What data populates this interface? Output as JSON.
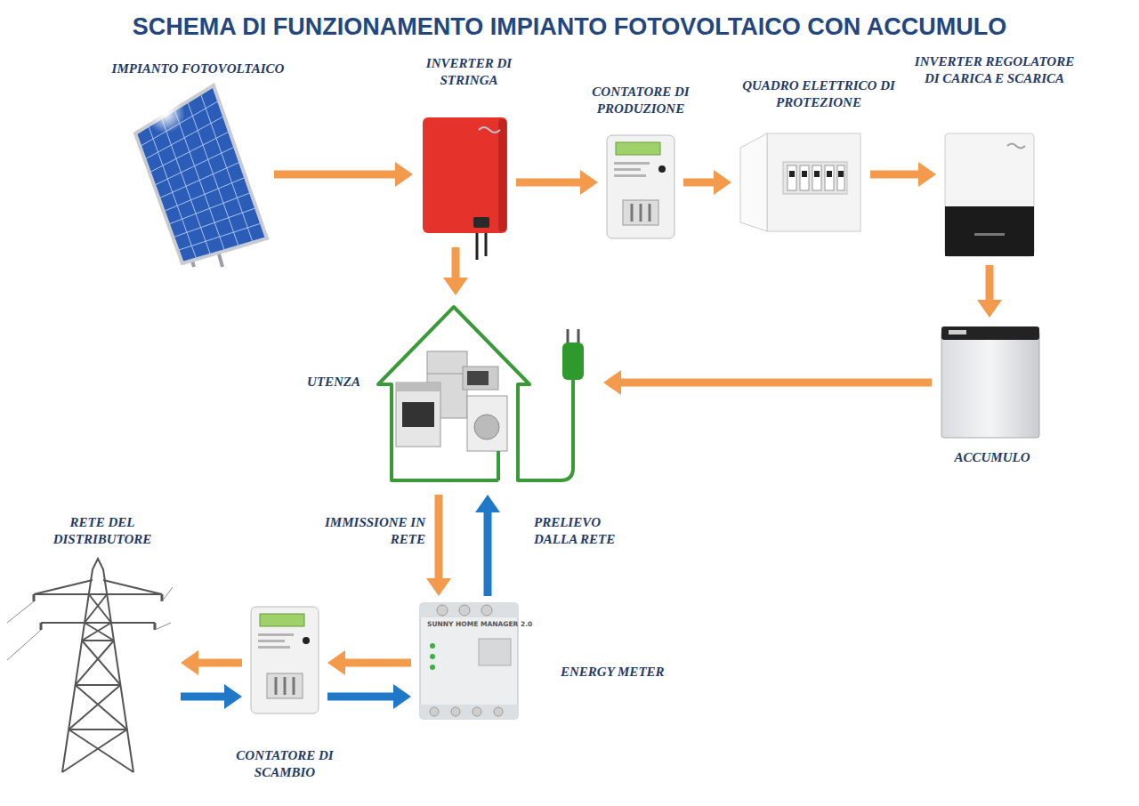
{
  "diagram": {
    "title": "SCHEMA DI FUNZIONAMENTO IMPIANTO FOTOVOLTAICO CON ACCUMULO",
    "nodes": [
      {
        "text": [
          "IMPIANTO FOTOVOLTAICO"
        ]
      },
      {
        "text": [
          "INVERTER DI STRINGA"
        ]
      },
      {
        "text": [
          "CONTATORE DI PRODUZIONE"
        ]
      },
      {
        "text": [
          "QUADRO ELETTRICO DI PROTEZIONE"
        ]
      },
      {
        "text": [
          "INVERTER REGOLATORE DI CARICA E SCARICA"
        ]
      },
      {
        "text": [
          "UTENZA"
        ]
      },
      {
        "text": [
          "ACCUMULO"
        ]
      },
      {
        "text": [
          "RETE DEL DISTRIBUTORE"
        ]
      },
      {
        "text": [
          "CONTATORE DI SCAMBIO"
        ]
      },
      {
        "text": [
          "ENERGY METER"
        ]
      }
    ],
    "edges": [
      {
        "from": 0,
        "to": 1,
        "arrow": "to"
      },
      {
        "from": 1,
        "to": 2,
        "arrow": "to"
      },
      {
        "from": 2,
        "to": 3,
        "arrow": "to"
      },
      {
        "from": 3,
        "to": 4,
        "arrow": "to"
      },
      {
        "from": 1,
        "to": 5,
        "arrow": "to"
      },
      {
        "from": 4,
        "to": 6,
        "arrow": "to"
      },
      {
        "from": 6,
        "to": 5,
        "arrow": "to"
      },
      {
        "from": 5,
        "to": 9,
        "label": "IMMISSIONE IN RETE",
        "arrow": "to"
      },
      {
        "from": 9,
        "to": 5,
        "label": "PRELIEVO DALLA RETE",
        "arrow": "to"
      },
      {
        "from": 9,
        "to": 8,
        "arrow": "to"
      },
      {
        "from": 8,
        "to": 9,
        "arrow": "to"
      },
      {
        "from": 8,
        "to": 7,
        "arrow": "to"
      },
      {
        "from": 7,
        "to": 8,
        "arrow": "to"
      }
    ],
    "labels": [
      "SUNNY HOME MANAGER 2.0"
    ]
  }
}
